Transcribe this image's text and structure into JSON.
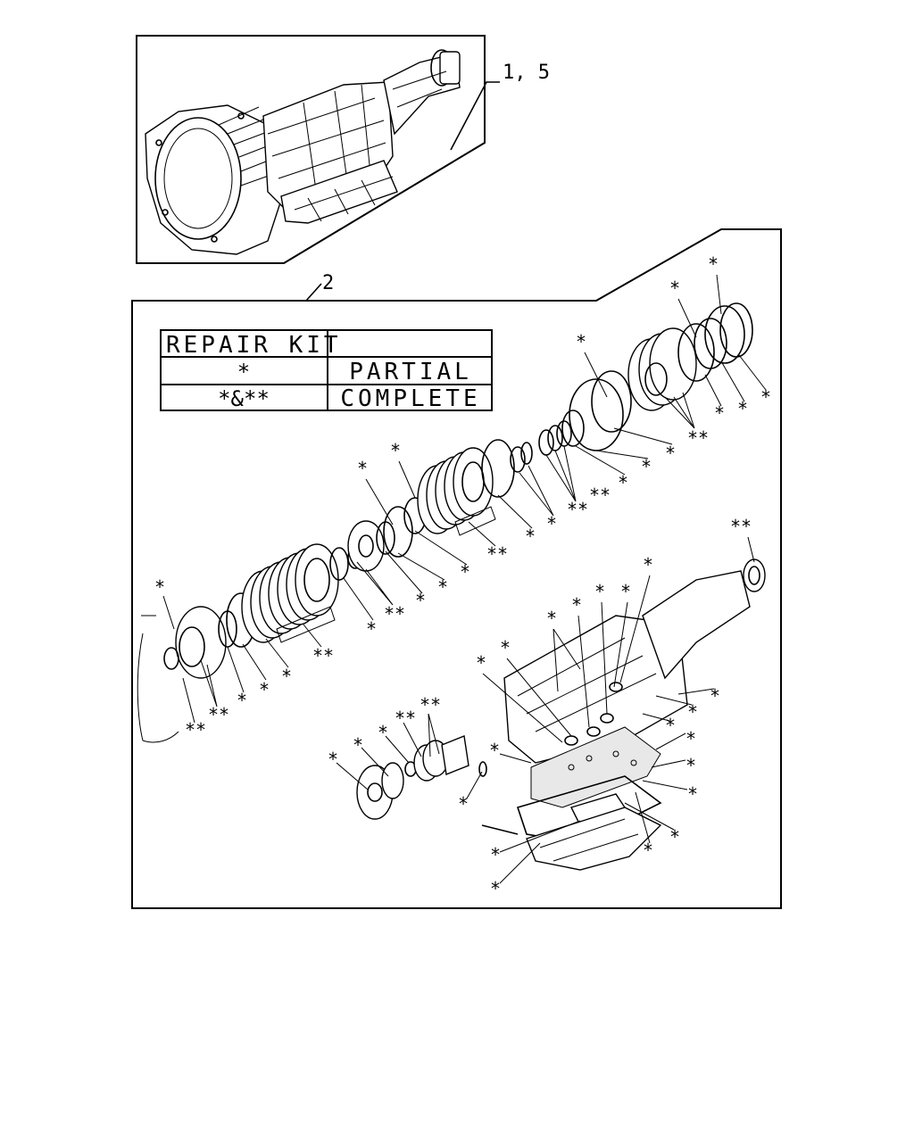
{
  "callouts": {
    "transmission_assembly": "1, 5",
    "overhaul_kit": "2"
  },
  "repair_kit_table": {
    "title": "REPAIR KIT",
    "rows": [
      {
        "symbol": "*",
        "kit": "PARTIAL"
      },
      {
        "symbol": "*&**",
        "kit": "COMPLETE"
      }
    ]
  },
  "part_marks": {
    "single": "*",
    "double": "**"
  }
}
